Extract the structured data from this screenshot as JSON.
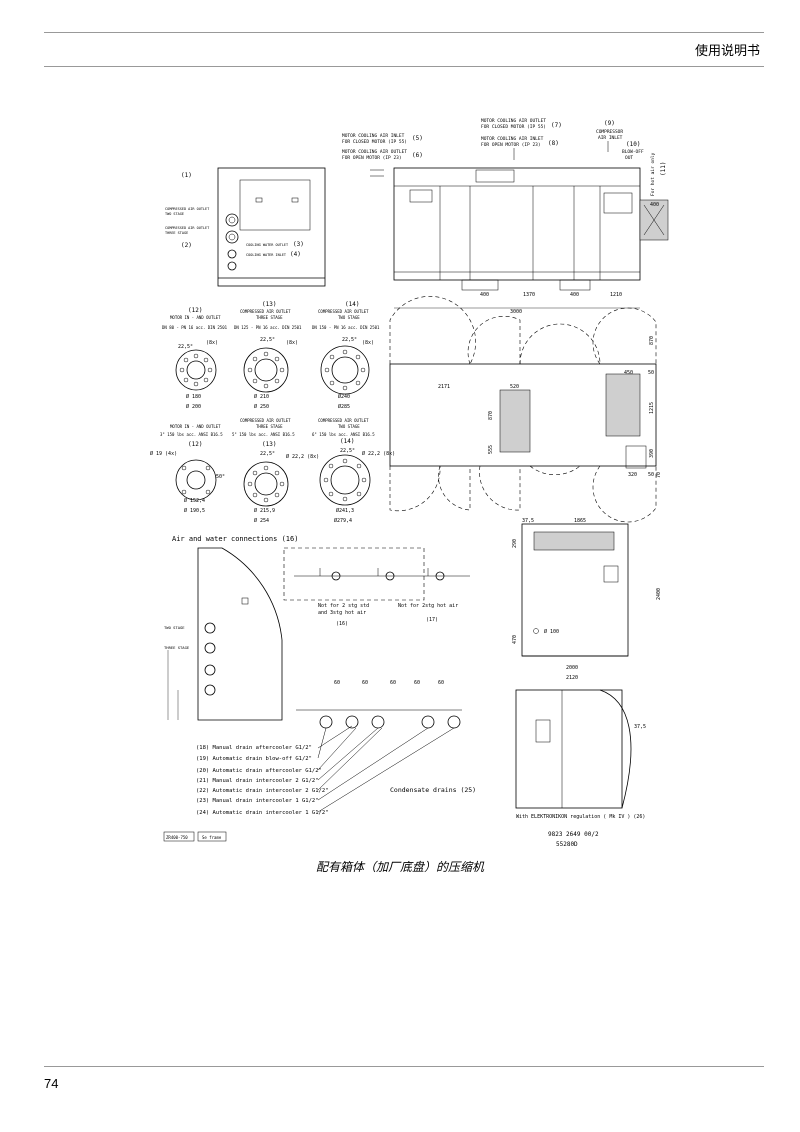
{
  "header": {
    "title": "使用说明书"
  },
  "footer": {
    "page_number": "74"
  },
  "caption": "配有箱体（加厂底盘）的压缩机",
  "drawing": {
    "top_labels": {
      "l5": "MOTOR COOLING AIR INLET",
      "l5b": "FOR CLOSED MOTOR (IP 55)",
      "n5": "(5)",
      "l6": "MOTOR COOLING AIR OUTLET",
      "l6b": "FOR OPEN MOTOR (IP 23)",
      "n6": "(6)",
      "r7": "MOTOR COOLING AIR OUTLET",
      "r7b": "FOR CLOSED MOTOR (IP 55)",
      "n7": "(7)",
      "r8": "MOTOR COOLING AIR INLET",
      "r8b": "FOR OPEN MOTOR (IP 23)",
      "n8": "(8)",
      "n9": "(9)",
      "c9a": "COMPRESSOR",
      "c9b": "AIR INLET",
      "n10": "(10)",
      "c10a": "BLOW-OFF",
      "c10b": "OUT",
      "n11": "(11)",
      "hotair": "For hot air only"
    },
    "side_labels": {
      "n1": "(1)",
      "s1a": "COMPRESSED AIR OUTLET",
      "s1b": "TWO STAGE",
      "s2a": "COMPRESSED AIR OUTLET",
      "s2b": "THREE STAGE",
      "n2": "(2)",
      "s3": "COOLING WATER OUTLET",
      "n3": "(3)",
      "s4": "COOLING WATER INLET",
      "n4": "(4)"
    },
    "flanges": {
      "f12": {
        "num": "(12)",
        "t1": "MOTOR IN - AND OUTLET",
        "t2": "DN 80 - PN 16 acc. DIN 2501",
        "ang": "22,5°",
        "holes": "(8x)",
        "d1": "Ø 180",
        "d2": "Ø 200"
      },
      "f13": {
        "num": "(13)",
        "t1": "COMPRESSED AIR OUTLET",
        "t2": "THREE STAGE",
        "t3": "DN 125 - PN 16 acc. DIN 2501",
        "ang": "22,5°",
        "holes": "(8x)",
        "d1": "Ø 210",
        "d2": "Ø 250"
      },
      "f14": {
        "num": "(14)",
        "t1": "COMPRESSED AIR OUTLET",
        "t2": "TWO STAGE",
        "t3": "DN 150 - PN 16 acc. DIN 2501",
        "ang": "22,5°",
        "holes": "(8x)",
        "d1": "Ø240",
        "d2": "Ø285"
      },
      "f12b": {
        "num": "(12)",
        "t1": "MOTOR IN - AND OUTLET",
        "t2": "3\" 150 lbs acc. ANSI B16.5",
        "ang": "50°",
        "holes": "Ø 19 (4x)",
        "d1": "Ø 152,4",
        "d2": "Ø 190,5"
      },
      "f13b": {
        "num": "(13)",
        "t1": "COMPRESSED AIR OUTLET",
        "t2": "THREE STAGE",
        "t3": "5\" 150 lbs acc. ANSI B16.5",
        "ang": "22,5°",
        "holes": "Ø 22,2 (8x)",
        "d1": "Ø 215,9",
        "d2": "Ø 254"
      },
      "f14b": {
        "num": "(14)",
        "t1": "COMPRESSED AIR OUTLET",
        "t2": "TWO STAGE",
        "t3": "6\" 150 lbs acc. ANSI B16.5",
        "ang": "22,5°",
        "holes": "Ø 22,2 (8x)",
        "d1": "Ø241,3",
        "d2": "Ø279,4"
      }
    },
    "dims_front": {
      "d400a": "400",
      "d1370": "1370",
      "d400b": "400",
      "d1210": "1210",
      "d3000": "3000",
      "d400c": "400"
    },
    "dims_plan": {
      "d870": "870",
      "d2171": "2171",
      "d520": "520",
      "d450": "450",
      "d50a": "50",
      "d870b": "870",
      "d1215": "1215",
      "d555": "555",
      "d390": "390",
      "d320": "320",
      "d50b": "50",
      "d70": "70"
    },
    "dims_end": {
      "d375": "37,5",
      "d1865": "1865",
      "d290": "290",
      "d2400": "2400",
      "d470": "470",
      "dphi100": "Ø 100",
      "d2000": "2000",
      "d2120": "2120",
      "d375b": "37,5"
    },
    "connections": {
      "title": "Air and water connections (16)",
      "twostage": "TWO STAGE",
      "threestage": "THREE STAGE",
      "note16a": "Not for 2 stg std",
      "note16b": "and 3stg hot air",
      "n16": "(16)",
      "note17": "Not for 2stg hot air",
      "n17": "(17)",
      "d60": "60",
      "d60b": "60",
      "d60c": "60",
      "d60d": "60",
      "d60e": "60"
    },
    "drains": [
      "(18) Manual drain aftercooler G1/2\"",
      "(19) Automatic drain blow-off G1/2\"",
      "(20) Automatic drain aftercooler G1/2\"",
      "(21) Manual drain intercooler 2 G1/2\"",
      "(22) Automatic drain intercooler 2 G1/2\"",
      "(23) Manual drain intercooler 1 G1/2\"",
      "(24) Automatic drain intercooler 1 G1/2\""
    ],
    "condensate": "Condensate drains (25)",
    "elektronikon": "With ELEKTRONIKON regulation ( Mk IV ) (26)",
    "stamp1": "ZR400-750",
    "stamp2": "Se frame",
    "doc1": "9823 2649 00/2",
    "doc2": "55280D"
  }
}
